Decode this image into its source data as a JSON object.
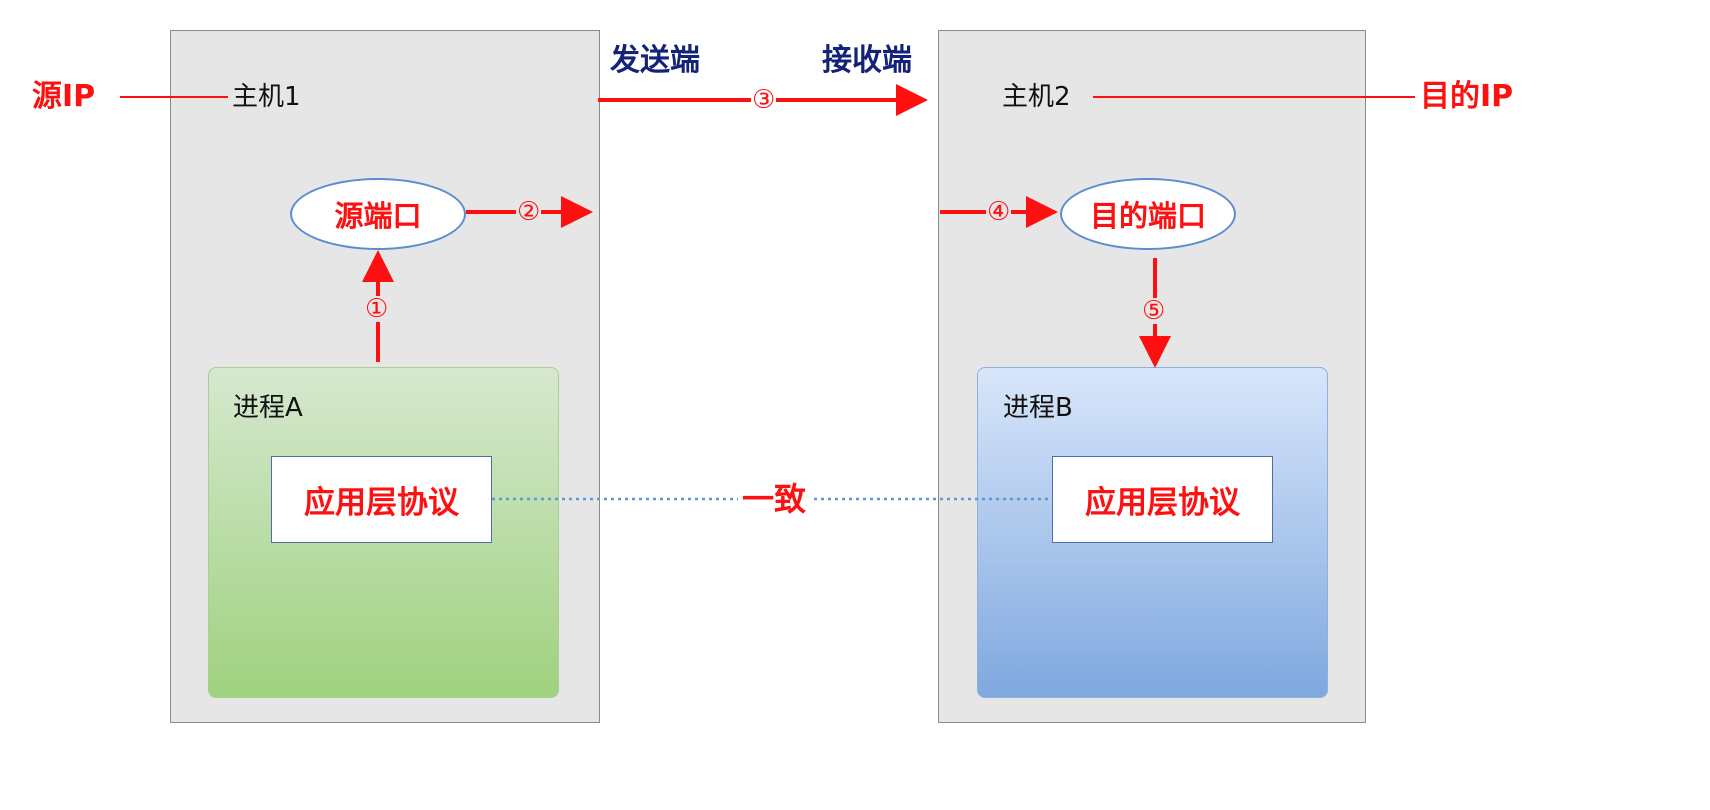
{
  "host1": {
    "label": "主机1",
    "process": "进程A",
    "protocol": "应用层协议",
    "port": "源端口"
  },
  "host2": {
    "label": "主机2",
    "process": "进程B",
    "protocol": "应用层协议",
    "port": "目的端口"
  },
  "source_ip": "源IP",
  "dest_ip": "目的IP",
  "sender": "发送端",
  "receiver": "接收端",
  "consistent": "一致",
  "steps": [
    "①",
    "②",
    "③",
    "④",
    "⑤"
  ],
  "colors": {
    "arrow": "#ff1010",
    "heading": "#14237a",
    "host_bg": "#e6e6e6",
    "dotted": "#5b9bd5"
  }
}
